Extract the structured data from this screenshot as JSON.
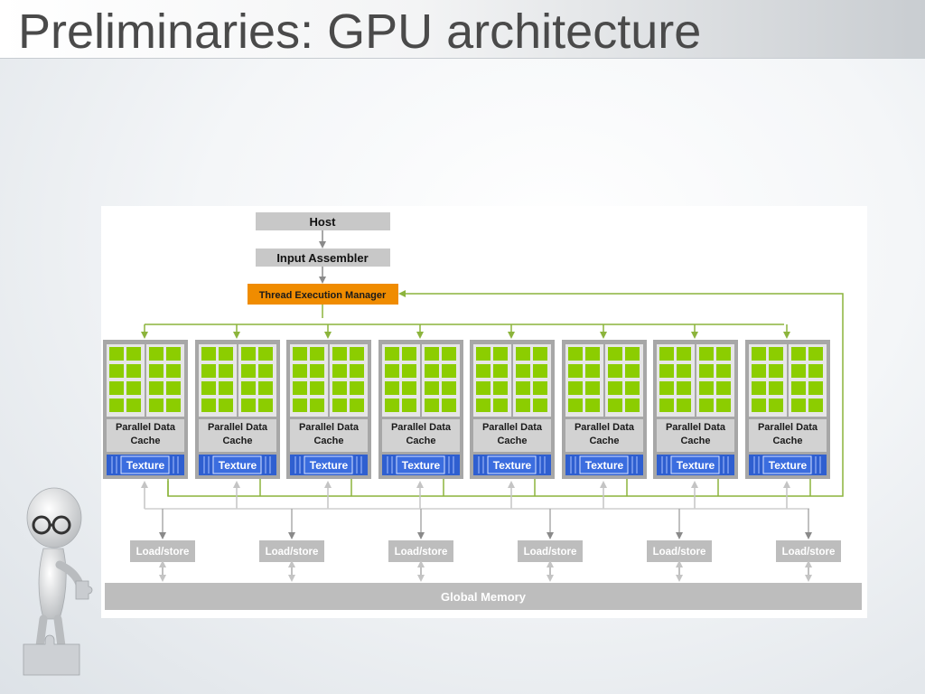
{
  "slide": {
    "title": "Preliminaries: GPU architecture"
  },
  "diagram": {
    "host_label": "Host",
    "input_assembler_label": "Input Assembler",
    "thread_manager_label": "Thread Execution Manager",
    "global_memory_label": "Global Memory",
    "multiprocessors": [
      {
        "cache_line1": "Parallel Data",
        "cache_line2": "Cache",
        "texture_label": "Texture"
      },
      {
        "cache_line1": "Parallel Data",
        "cache_line2": "Cache",
        "texture_label": "Texture"
      },
      {
        "cache_line1": "Parallel Data",
        "cache_line2": "Cache",
        "texture_label": "Texture"
      },
      {
        "cache_line1": "Parallel Data",
        "cache_line2": "Cache",
        "texture_label": "Texture"
      },
      {
        "cache_line1": "Parallel Data",
        "cache_line2": "Cache",
        "texture_label": "Texture"
      },
      {
        "cache_line1": "Parallel Data",
        "cache_line2": "Cache",
        "texture_label": "Texture"
      },
      {
        "cache_line1": "Parallel Data",
        "cache_line2": "Cache",
        "texture_label": "Texture"
      },
      {
        "cache_line1": "Parallel Data",
        "cache_line2": "Cache",
        "texture_label": "Texture"
      }
    ],
    "load_store_units": [
      {
        "label": "Load/store"
      },
      {
        "label": "Load/store"
      },
      {
        "label": "Load/store"
      },
      {
        "label": "Load/store"
      },
      {
        "label": "Load/store"
      },
      {
        "label": "Load/store"
      }
    ],
    "colors": {
      "host_box": "#c8c8c8",
      "thread_manager": "#f08c00",
      "green_link": "#8cb43c",
      "core": "#8ccd00",
      "texture": "#2f5fd0",
      "memory": "#bdbdbd",
      "memory_link": "#cfcfcf"
    }
  },
  "decoration": {
    "figure_icon": "thinking-figure-with-puzzle-icon"
  }
}
